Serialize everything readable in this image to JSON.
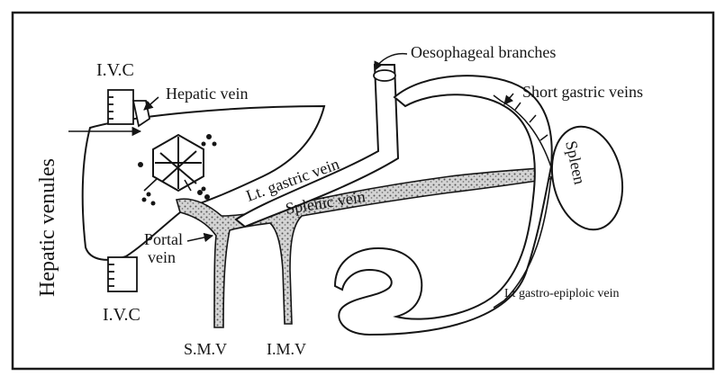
{
  "labels": {
    "ivc_top": "I.V.C",
    "hepatic_vein": "Hepatic vein",
    "hepatic_venules": "Hepatic venules",
    "oesophageal_branches": "Oesophageal branches",
    "short_gastric_veins": "Short gastric veins",
    "lt_gastric_vein": "Lt. gastric vein",
    "splenic_vein": "Splenic vein",
    "spleen": "Spleen",
    "portal_vein_line1": "Portal",
    "portal_vein_line2": "vein",
    "ivc_bottom": "I.V.C",
    "smv": "S.M.V",
    "imv": "I.M.V",
    "lt_gastro_epiploic_vein": "Lt gastro-epiploic vein"
  },
  "colors": {
    "ink": "#151515",
    "vein_fill": "#c9c9c9",
    "paper": "#ffffff",
    "frame": "#1a1a1a"
  }
}
